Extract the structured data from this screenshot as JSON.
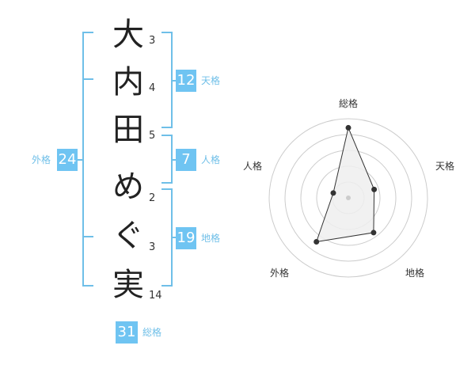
{
  "name_chars": [
    {
      "char": "大",
      "strokes": "3"
    },
    {
      "char": "内",
      "strokes": "4"
    },
    {
      "char": "田",
      "strokes": "5"
    },
    {
      "char": "め",
      "strokes": "2"
    },
    {
      "char": "ぐ",
      "strokes": "3"
    },
    {
      "char": "実",
      "strokes": "14"
    }
  ],
  "grids": {
    "tenkaku": {
      "value": "12",
      "label": "天格"
    },
    "jinkaku": {
      "value": "7",
      "label": "人格"
    },
    "chikaku": {
      "value": "19",
      "label": "地格"
    },
    "gaikaku": {
      "value": "24",
      "label": "外格"
    },
    "soukaku": {
      "value": "31",
      "label": "総格"
    }
  },
  "chart_data": {
    "type": "radar",
    "axes": [
      "総格",
      "天格",
      "地格",
      "外格",
      "人格"
    ],
    "values": [
      31,
      12,
      19,
      24,
      7
    ],
    "note": "",
    "colors": {
      "fill": "#eeeeee",
      "line": "#333333",
      "ring": "#cccccc",
      "accent": "#6fc4f2"
    }
  }
}
